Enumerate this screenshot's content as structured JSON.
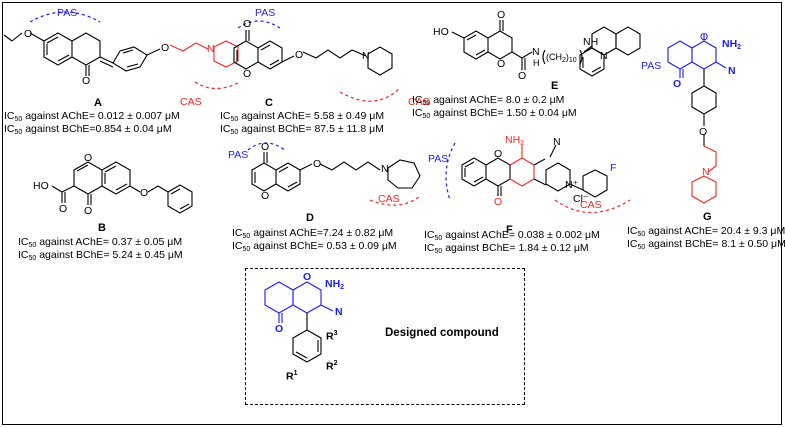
{
  "figure": {
    "compounds": [
      {
        "label": "A",
        "ache": "IC50 against AChE= 0.012 ± 0.007 μM",
        "bche": "IC50 against BChE=0.854 ± 0.04 μM"
      },
      {
        "label": "B",
        "ache": "IC50 against AChE= 0.37 ± 0.05 μM",
        "bche": "IC50 against BChE= 5.24 ± 0.45  μM"
      },
      {
        "label": "C",
        "ache": "IC50 against AChE= 5.58 ± 0.49  μM",
        "bche": "IC50 against BChE= 87.5 ± 11.8  μM"
      },
      {
        "label": "D",
        "ache": "IC50 against AChE=7.24 ± 0.82  μM",
        "bche": "IC50 against BChE= 0.53 ± 0.09  μM"
      },
      {
        "label": "E",
        "ache": "IC50 against AChE= 8.0 ± 0.2  μM",
        "bche": "IC50 against BChE= 1.50 ± 0.04  μM"
      },
      {
        "label": "F",
        "ache": "IC50 against AChE= 0.038 ± 0.002  μM",
        "bche": "IC50 against BChE= 1.84 ± 0.12  μM"
      },
      {
        "label": "G",
        "ache": "IC50 against AChE= 20.4 ± 9.3  μM",
        "bche": "IC50 against BChE= 8.1 ± 0.50  μM"
      }
    ],
    "site_labels": {
      "pas": "PAS",
      "cas": "CAS"
    },
    "atom_labels": {
      "O": "O",
      "N": "N",
      "NH2": "NH2",
      "NH": "NH",
      "HO": "HO",
      "H": "H",
      "F": "F",
      "Cl": "Cl⁻",
      "Nplus": "N⁺",
      "CN": "N",
      "chain": "(CH2)10",
      "R1": "R1",
      "R2": "R2",
      "R3": "R3"
    },
    "designed_compound": "Designed  compound",
    "colors": {
      "pas": "#1a1aff",
      "cas": "#ff2020",
      "scaffold": "#1a1aff",
      "ink": "#000000"
    }
  }
}
